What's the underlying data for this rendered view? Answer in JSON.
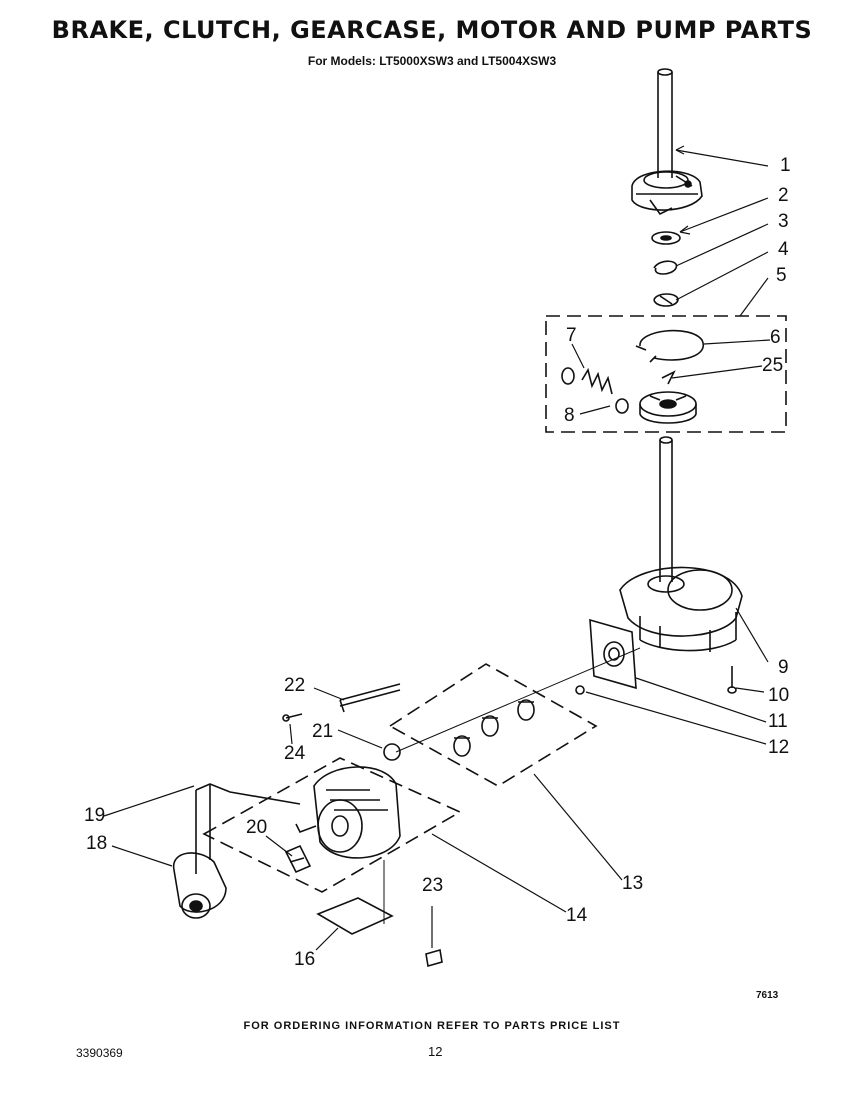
{
  "title": "BRAKE, CLUTCH, GEARCASE, MOTOR AND PUMP PARTS",
  "subtitle": "For Models: LT5000XSW3 and LT5004XSW3",
  "footer_note": "FOR ORDERING INFORMATION REFER TO PARTS PRICE LIST",
  "doc_number": "3390369",
  "page_number": "12",
  "figure_number": "7613",
  "callouts": {
    "c1": "1",
    "c2": "2",
    "c3": "3",
    "c4": "4",
    "c5": "5",
    "c6": "6",
    "c7": "7",
    "c8": "8",
    "c9": "9",
    "c10": "10",
    "c11": "11",
    "c12": "12",
    "c13": "13",
    "c14": "14",
    "c16": "16",
    "c18": "18",
    "c19": "19",
    "c20": "20",
    "c21": "21",
    "c22": "22",
    "c23": "23",
    "c24": "24",
    "c25": "25"
  }
}
